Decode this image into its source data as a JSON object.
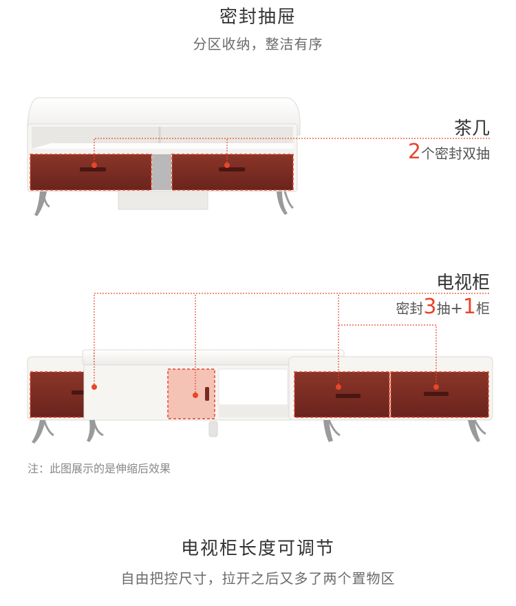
{
  "top": {
    "title": "密封抽屉",
    "subtitle": "分区收纳，整洁有序"
  },
  "coffee_table": {
    "name": "茶几",
    "count": "2",
    "desc": "个密封双抽"
  },
  "tv_cabinet": {
    "name": "电视柜",
    "prefix": "密封",
    "drawers": "3",
    "drawer_word": "抽",
    "plus": "+",
    "cabinets": "1",
    "cabinet_word": "柜"
  },
  "note": "注：此图展示的是伸缩后效果",
  "bottom": {
    "title": "电视柜长度可调节",
    "subtitle": "自由把控尺寸，拉开之后又多了两个置物区"
  },
  "colors": {
    "accent": "#e8452c",
    "drawer_wood": "#7a2a22",
    "panel_white": "#f5f4f1",
    "leg_gray": "#9a9a9a"
  }
}
